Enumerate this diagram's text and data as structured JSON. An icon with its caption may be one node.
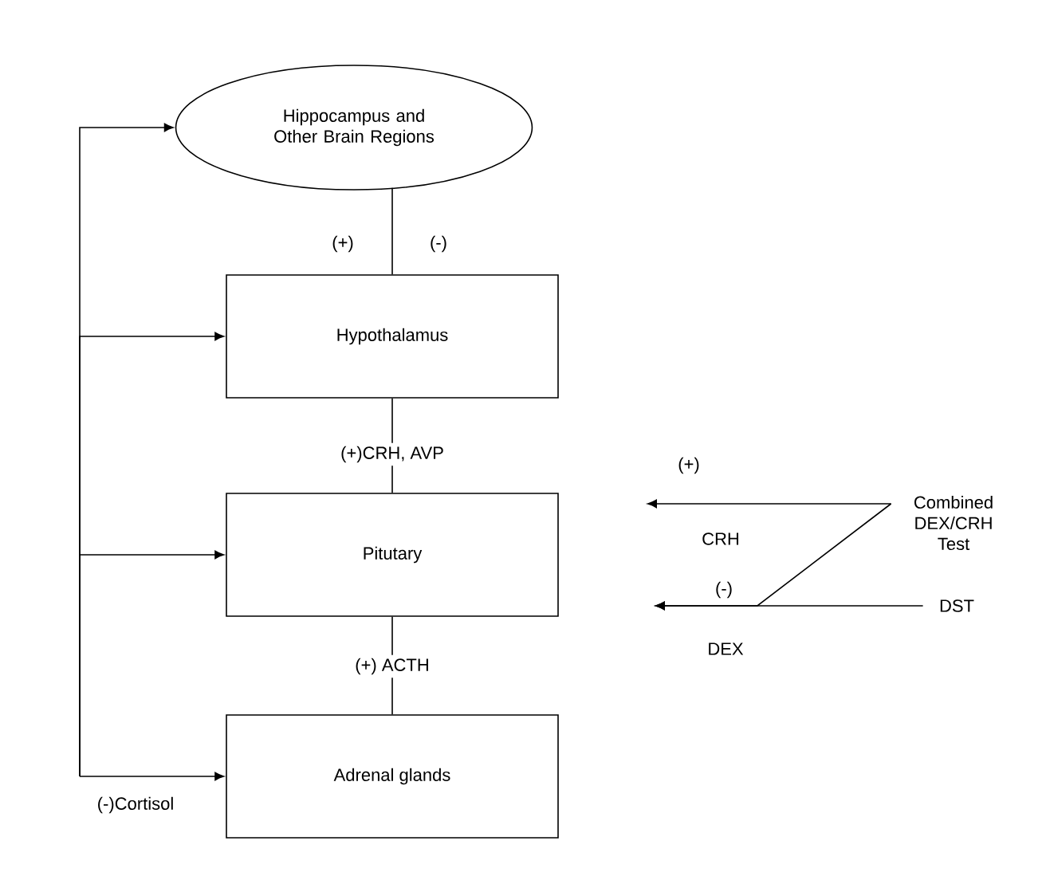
{
  "diagram": {
    "nodes": [
      {
        "text": [
          "Hippocampus and Other Brain Regions"
        ]
      },
      {
        "text": [
          "Hypothalamus"
        ]
      },
      {
        "text": [
          "Pitutary"
        ]
      },
      {
        "text": [
          "Adrenal glands"
        ]
      },
      {
        "text": [
          "Combined DEX/CRH Test"
        ]
      },
      {
        "text": [
          "DST"
        ]
      }
    ],
    "edges": [
      {
        "from": 0,
        "to": 1,
        "arrow": "none"
      },
      {
        "from": 1,
        "to": 2,
        "arrow": "none",
        "label": "(+)CRH, AVP"
      },
      {
        "from": 2,
        "to": 3,
        "arrow": "none",
        "label": "(+) ACTH"
      },
      {
        "from": null,
        "to": 0,
        "arrow": "to"
      },
      {
        "from": null,
        "to": 1,
        "arrow": "to"
      },
      {
        "from": null,
        "to": 2,
        "arrow": "to"
      },
      {
        "from": null,
        "to": 3,
        "arrow": "to",
        "label": "(-)Cortisol"
      },
      {
        "from": 4,
        "to": null,
        "arrow": "to",
        "label": "CRH"
      },
      {
        "from": 4,
        "to": null,
        "arrow": "to",
        "label": "DEX"
      },
      {
        "from": 5,
        "to": null,
        "arrow": "to"
      }
    ],
    "labels": [
      "(+)",
      "(-)",
      "(+)",
      "(-)"
    ]
  }
}
